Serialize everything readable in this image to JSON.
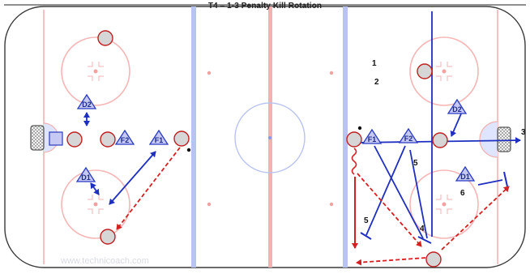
{
  "title": "T4 – 1-3 Penalty Kill Rotation",
  "watermark": "www.technicoach.com",
  "colors": {
    "rink_border": "#3a3a3a",
    "red_line": "#f2b2b2",
    "blue_line": "#b9c3f2",
    "circle": "#f6b6b6",
    "player_fill": "#c6c9f4",
    "player_stroke": "#2a3bc0",
    "pylon_fill": "#d6d6d6",
    "pylon_stroke": "#c02020",
    "pass_arrow": "#d62020",
    "skate_arrow": "#1f2fbf"
  },
  "players": [
    "D2",
    "F2",
    "F1",
    "D1",
    "F1",
    "F2",
    "D2",
    "D1"
  ],
  "numbers": [
    "1",
    "2",
    "3",
    "4",
    "5",
    "5",
    "6"
  ],
  "icons": [
    "net-icon",
    "puck-icon",
    "pylon-icon",
    "player-triangle-icon"
  ]
}
